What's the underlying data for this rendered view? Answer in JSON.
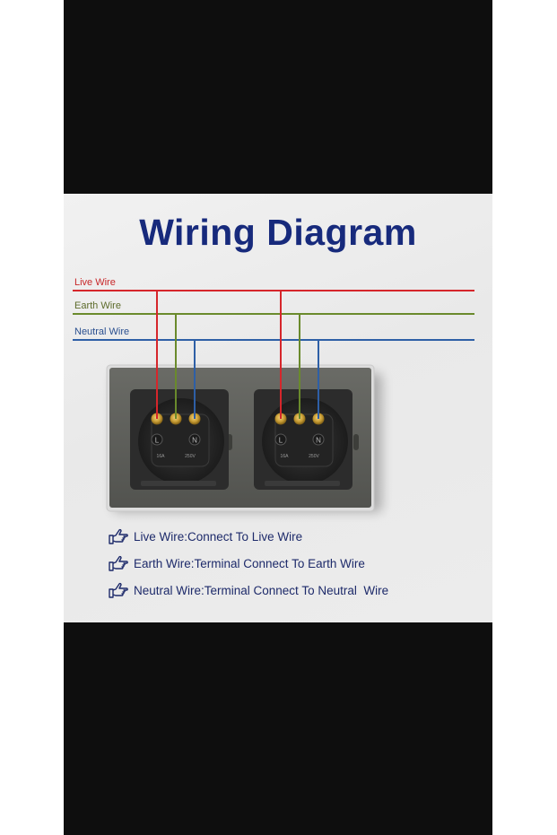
{
  "title": "Wiring Diagram",
  "wires": {
    "live": {
      "label": "Live Wire",
      "color": "#d6262b"
    },
    "earth": {
      "label": "Earth Wire",
      "color": "#6a8a2c"
    },
    "neutral": {
      "label": "Neutral  Wire",
      "color": "#2e5fa6"
    }
  },
  "sockets": [
    {
      "terminal_l": "L",
      "terminal_n": "N",
      "rating_left": "16A",
      "rating_right": "250V"
    },
    {
      "terminal_l": "L",
      "terminal_n": "N",
      "rating_left": "16A",
      "rating_right": "250V"
    }
  ],
  "notes": [
    {
      "icon": "pointing-hand-icon",
      "text": "Live Wire:Connect To Live Wire"
    },
    {
      "icon": "pointing-hand-icon",
      "text": "Earth Wire:Terminal Connect To Earth Wire"
    },
    {
      "icon": "pointing-hand-icon",
      "text": "Neutral Wire:Terminal Connect To Neutral  Wire"
    }
  ],
  "colors": {
    "background_frame": "#0e0e0e",
    "panel": "#ececec",
    "title": "#172a7c",
    "plate": "#5e5f5b"
  }
}
